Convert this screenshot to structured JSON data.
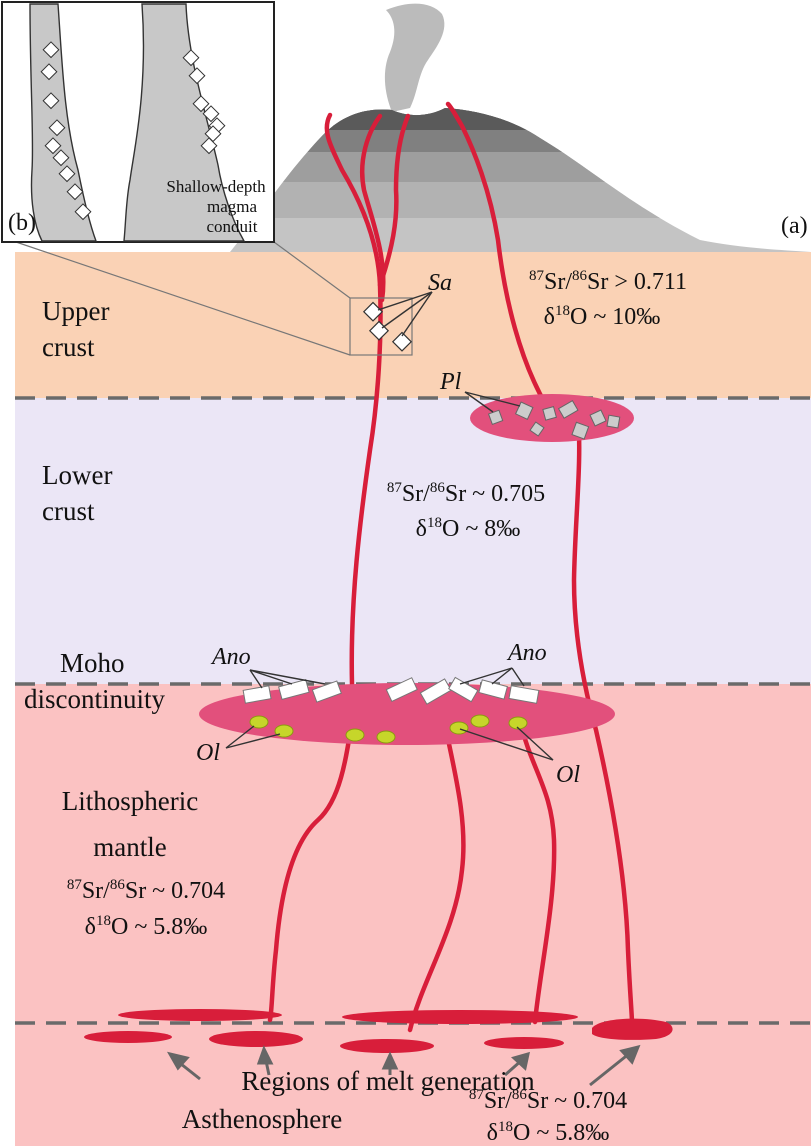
{
  "labels": {
    "panel_a": "(a)",
    "panel_b": "(b)",
    "inset_caption": [
      "Shallow-depth",
      "magma",
      "conduit"
    ],
    "upper_crust": [
      "Upper",
      "crust"
    ],
    "lower_crust": [
      "Lower",
      "crust"
    ],
    "moho": [
      "Moho",
      "discontinuity"
    ],
    "lithospheric_mantle": [
      "Lithospheric",
      "mantle"
    ],
    "regions_of_melt": "Regions of melt generation",
    "asthenosphere": "Asthenosphere"
  },
  "minerals": {
    "sa": "Sa",
    "pl": "Pl",
    "ano_left": "Ano",
    "ano_right": "Ano",
    "ol_left": "Ol",
    "ol_right": "Ol"
  },
  "isotopes": {
    "upper": {
      "sr_mass1": "87",
      "sr_el1": "Sr/",
      "sr_mass2": "86",
      "sr_rest": "Sr > 0.711",
      "o_pre": "δ",
      "o_mass": "18",
      "o_rest": "O ~ 10‰"
    },
    "lower": {
      "sr_mass1": "87",
      "sr_el1": "Sr/",
      "sr_mass2": "86",
      "sr_rest": "Sr ~ 0.705",
      "o_pre": "δ",
      "o_mass": "18",
      "o_rest": "O ~ 8‰"
    },
    "mantle": {
      "sr_mass1": "87",
      "sr_el1": "Sr/",
      "sr_mass2": "86",
      "sr_rest": "Sr ~ 0.704",
      "o_pre": "δ",
      "o_mass": "18",
      "o_rest": "O ~ 5.8‰"
    },
    "astheno": {
      "sr_mass1": "87",
      "sr_el1": "Sr/",
      "sr_mass2": "86",
      "sr_rest": "Sr ~ 0.704",
      "o_pre": "δ",
      "o_mass": "18",
      "o_rest": "O ~ 5.8‰"
    }
  },
  "colors": {
    "upper_crust": "#fad2b5",
    "lower_crust": "#ebe6f6",
    "mantle": "#fbc2c2",
    "magma": "#d81e3a",
    "chamber": "#e2507c",
    "olivine": "#c6d62a",
    "volcano_dark": "#555555",
    "volcano_light": "#c4c4c4"
  }
}
